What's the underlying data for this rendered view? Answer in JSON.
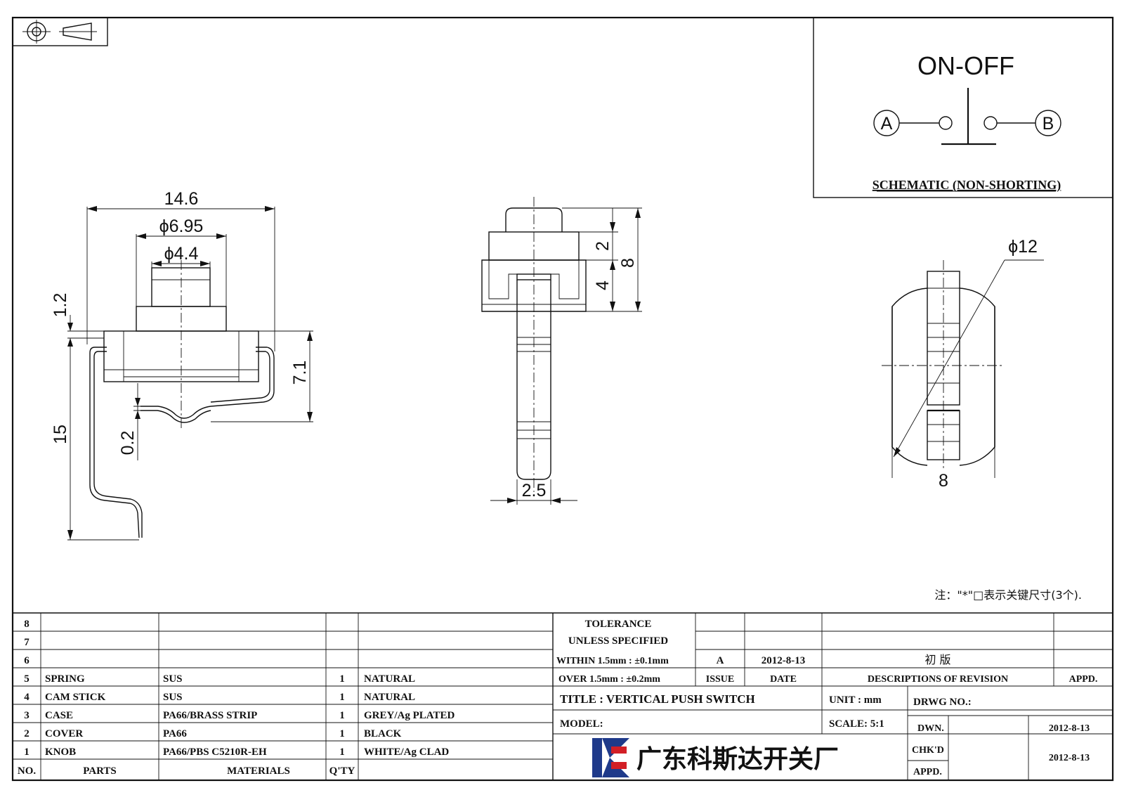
{
  "schematic": {
    "title": "ON-OFF",
    "terminal_a": "A",
    "terminal_b": "B",
    "caption": "SCHEMATIC (NON-SHORTING)"
  },
  "dimensions": {
    "front_width": "14.6",
    "front_dia_mid": "ϕ6.95",
    "front_dia_knob": "ϕ4.4",
    "front_knob_height": "1.2",
    "front_total_height": "15",
    "front_body_height": "7.1",
    "front_gap": "0.2",
    "side_step": "2",
    "side_lower": "4",
    "side_total": "8",
    "side_stick_width": "2.5",
    "top_dia": "ϕ12",
    "top_width": "8"
  },
  "note": "注：\"*\"□表示关键尺寸(3个).",
  "bom": {
    "rows": [
      {
        "no": "8",
        "part": "",
        "material": "",
        "qty": "",
        "finish": ""
      },
      {
        "no": "7",
        "part": "",
        "material": "",
        "qty": "",
        "finish": ""
      },
      {
        "no": "6",
        "part": "",
        "material": "",
        "qty": "",
        "finish": ""
      },
      {
        "no": "5",
        "part": "SPRING",
        "material": "SUS",
        "qty": "1",
        "finish": "NATURAL"
      },
      {
        "no": "4",
        "part": "CAM STICK",
        "material": "SUS",
        "qty": "1",
        "finish": "NATURAL"
      },
      {
        "no": "3",
        "part": "CASE",
        "material": "PA66/BRASS STRIP",
        "qty": "1",
        "finish": "GREY/Ag PLATED"
      },
      {
        "no": "2",
        "part": "COVER",
        "material": "PA66",
        "qty": "1",
        "finish": "BLACK"
      },
      {
        "no": "1",
        "part": "KNOB",
        "material": "PA66/PBS C5210R-EH",
        "qty": "1",
        "finish": "WHITE/Ag CLAD"
      }
    ],
    "header": {
      "no": "NO.",
      "parts": "PARTS",
      "materials": "MATERIALS",
      "qty": "Q'TY"
    }
  },
  "tolerance": {
    "line1": "TOLERANCE",
    "line2": "UNLESS  SPECIFIED",
    "line3": "WITHIN 1.5mm : ±0.1mm",
    "line4": "OVER 1.5mm : ±0.2mm"
  },
  "revision": {
    "issue": "A",
    "date": "2012-8-13",
    "description": "初  版",
    "issue_label": "ISSUE",
    "date_label": "DATE",
    "desc_label": "DESCRIPTIONS OF REVISION",
    "appd_label": "APPD."
  },
  "title_block": {
    "title": "TITLE :  VERTICAL PUSH SWITCH",
    "unit": "UNIT :  mm",
    "drwg_no": "DRWG NO.:",
    "model": "MODEL:",
    "scale": "SCALE:  5:1",
    "dwn_label": "DWN.",
    "dwn_date": "2012-8-13",
    "chkd_label": "CHK'D",
    "chkd_date": "2012-8-13",
    "appd_label": "APPD.",
    "company": "广东科斯达开关厂"
  },
  "colors": {
    "logo_blue": "#1f3a8a",
    "logo_red": "#d21f26"
  }
}
